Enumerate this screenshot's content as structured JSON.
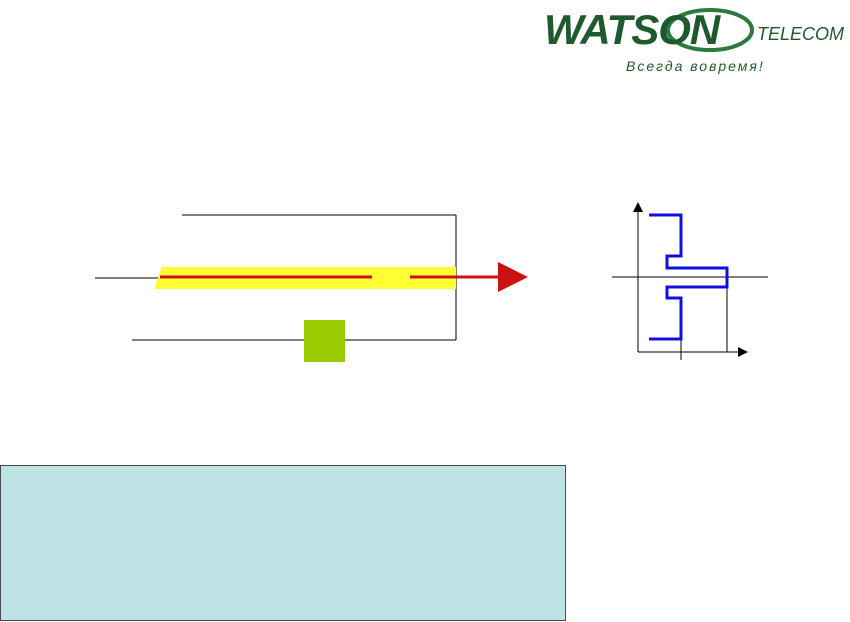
{
  "logo": {
    "brand": "WATSON",
    "subbrand": "TELECOM",
    "slogan": "Всегда вовремя!",
    "colors": {
      "brand_green": "#1f5a2e",
      "swoosh": "#2d7a3e"
    }
  },
  "diagram": {
    "colors": {
      "line": "#000000",
      "fiber_core": "#ffff33",
      "fiber_light": "#cc1111",
      "square": "#99cc00",
      "profile": "#1010dd"
    },
    "icons": [
      "arrow-right-icon",
      "axis-arrow-icon"
    ]
  },
  "info_box": {
    "color": "#bde2e4"
  }
}
